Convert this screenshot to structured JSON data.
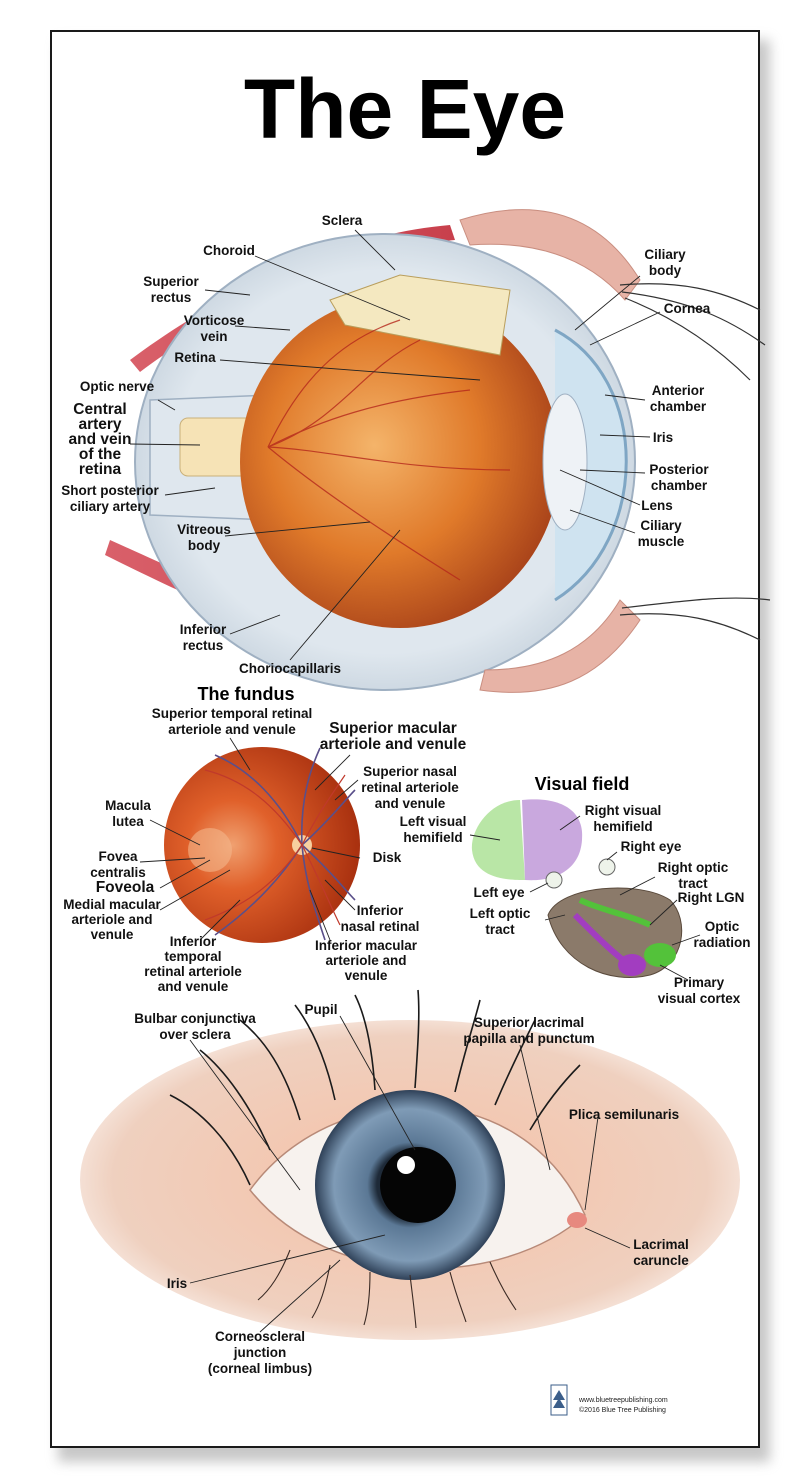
{
  "title": "The Eye",
  "cross_section": {
    "labels": {
      "sclera": "Sclera",
      "choroid": "Choroid",
      "superior_rectus": [
        "Superior",
        "rectus"
      ],
      "vorticose_vein": [
        "Vorticose",
        "vein"
      ],
      "retina": "Retina",
      "optic_nerve": "Optic nerve",
      "central_artery": [
        "Central",
        "artery",
        "and vein",
        "of the",
        "retina"
      ],
      "short_posterior": [
        "Short posterior",
        "ciliary artery"
      ],
      "vitreous_body": [
        "Vitreous",
        "body"
      ],
      "inferior_rectus": [
        "Inferior",
        "rectus"
      ],
      "choriocapillaris": "Choriocapillaris",
      "ciliary_body": [
        "Ciliary",
        "body"
      ],
      "cornea": "Cornea",
      "anterior_chamber": [
        "Anterior",
        "chamber"
      ],
      "iris": "Iris",
      "posterior_chamber": [
        "Posterior",
        "chamber"
      ],
      "lens": "Lens",
      "ciliary_muscle": [
        "Ciliary",
        "muscle"
      ]
    }
  },
  "fundus": {
    "heading": "The fundus",
    "labels": {
      "sup_temporal": [
        "Superior temporal retinal",
        "arteriole and venule"
      ],
      "sup_macular": [
        "Superior macular",
        "arteriole and venule"
      ],
      "sup_nasal": [
        "Superior nasal",
        "retinal arteriole",
        "and venule"
      ],
      "macula": [
        "Macula",
        "lutea"
      ],
      "disk": "Disk",
      "fovea": [
        "Fovea",
        "centralis"
      ],
      "foveola": "Foveola",
      "medial_macular": [
        "Medial macular",
        "arteriole and",
        "venule"
      ],
      "inf_nasal": [
        "Inferior",
        "nasal retinal"
      ],
      "inf_temporal": [
        "Inferior",
        "temporal",
        "retinal arteriole",
        "and venule"
      ],
      "inf_macular": [
        "Inferior macular",
        "arteriole and",
        "venule"
      ]
    }
  },
  "visual_field": {
    "heading": "Visual field",
    "labels": {
      "right_hemifield": [
        "Right visual",
        "hemifield"
      ],
      "left_hemifield": [
        "Left visual",
        "hemifield"
      ],
      "right_eye": "Right eye",
      "right_optic_tract": [
        "Right optic",
        "tract"
      ],
      "right_lgn": "Right LGN",
      "left_eye": "Left eye",
      "left_optic_tract": [
        "Left optic",
        "tract"
      ],
      "optic_radiation": [
        "Optic",
        "radiation"
      ],
      "primary_visual_cortex": [
        "Primary",
        "visual cortex"
      ]
    },
    "colors": {
      "left": "#b9e6a6",
      "right": "#c9a8de"
    }
  },
  "external_eye": {
    "labels": {
      "bulbar": [
        "Bulbar conjunctiva",
        "over sclera"
      ],
      "pupil": "Pupil",
      "sup_lacrimal": [
        "Superior lacrimal",
        "papilla and punctum"
      ],
      "plica": "Plica semilunaris",
      "lacrimal_caruncle": [
        "Lacrimal",
        "caruncle"
      ],
      "iris": "Iris",
      "corneoscleral": [
        "Corneoscleral",
        "junction",
        "(corneal limbus)"
      ]
    }
  },
  "footer": {
    "url": "www.bluetreepublishing.com",
    "copyright": "©2016 Blue Tree Publishing"
  }
}
